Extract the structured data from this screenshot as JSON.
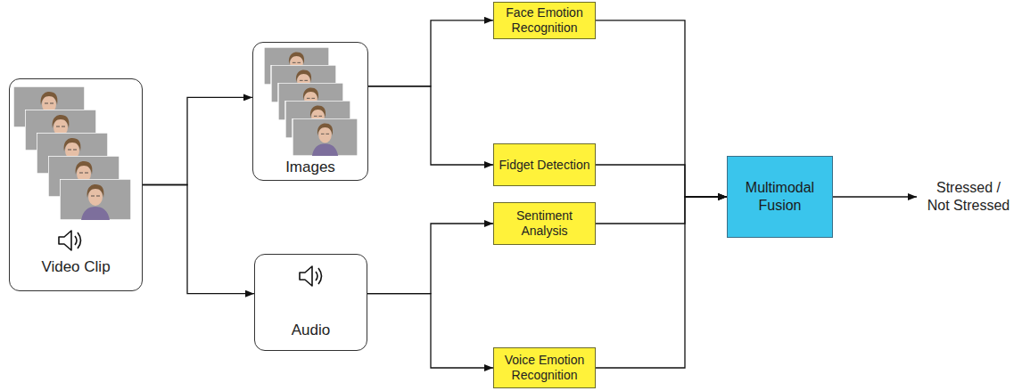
{
  "diagram": {
    "nodes": [
      {
        "text": [
          "Video Clip"
        ]
      },
      {
        "text": [
          "Images"
        ]
      },
      {
        "text": [
          "Audio"
        ]
      },
      {
        "text": [
          "Face Emotion Recognition"
        ]
      },
      {
        "text": [
          "Fidget Detection"
        ]
      },
      {
        "text": [
          "Sentiment Analysis"
        ]
      },
      {
        "text": [
          "Voice Emotion Recognition"
        ]
      },
      {
        "text": [
          "Multimodal Fusion"
        ]
      }
    ],
    "edges": [
      {
        "from": 0,
        "to": 1,
        "arrow": "to"
      },
      {
        "from": 0,
        "to": 2,
        "arrow": "to"
      },
      {
        "from": 1,
        "to": 3,
        "arrow": "to"
      },
      {
        "from": 1,
        "to": 4,
        "arrow": "to"
      },
      {
        "from": 2,
        "to": 5,
        "arrow": "to"
      },
      {
        "from": 2,
        "to": 6,
        "arrow": "to"
      },
      {
        "from": 3,
        "to": 7,
        "arrow": "to"
      },
      {
        "from": 4,
        "to": 7,
        "arrow": "to"
      },
      {
        "from": 5,
        "to": 7,
        "arrow": "to"
      },
      {
        "from": 6,
        "to": 7,
        "arrow": "to"
      }
    ],
    "labels": [
      "Stressed / Not Stressed"
    ]
  }
}
